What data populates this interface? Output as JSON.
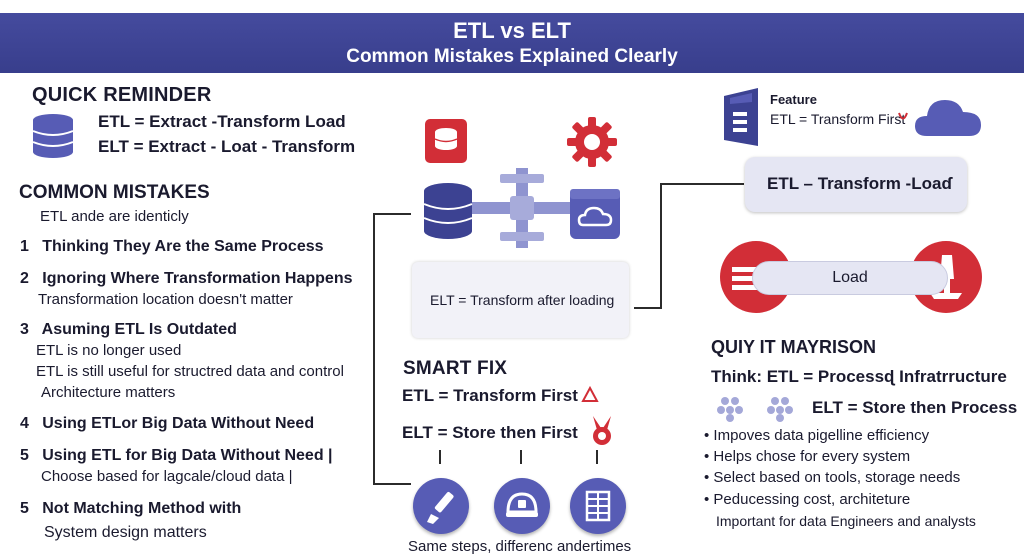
{
  "header": {
    "title": "ETL vs ELT",
    "subtitle": "Common Mistakes Explained Clearly"
  },
  "quick_reminder": {
    "heading": "QUICK REMINDER",
    "line1": "ETL = Extract -Transform Load",
    "line2": "ELT = Extract - Loat - Transform"
  },
  "common_mistakes": {
    "heading": "COMMON MISTAKES",
    "intro": "ETL ande are identicly",
    "items": [
      {
        "num": "1",
        "title": "Thinking They Are the Same Process"
      },
      {
        "num": "2",
        "title": "Ignoring Where Transformation Happens",
        "notes": [
          "Transformation location doesn't matter"
        ]
      },
      {
        "num": "3",
        "title": "Asuming ETL Is Outdated",
        "notes": [
          "ETL is no longer used",
          "ETL is still useful for structred data and control",
          "Architecture matters"
        ]
      },
      {
        "num": "4",
        "title": "Using ETLor Big Data Without Need"
      },
      {
        "num": "5",
        "title": "Using ETL for Big Data Without Need |",
        "notes": [
          "Choose based for lagcale/cloud data |"
        ]
      },
      {
        "num": "5",
        "title": "Not Matching Method with",
        "notes": [
          "System design matters"
        ]
      }
    ]
  },
  "center": {
    "mid_box": "ELT = Transform after loading",
    "smart_fix_heading": "SMART FIX",
    "fix1": "ETL = Transform First",
    "fix2": "ELT = Store then First",
    "caption": "Same steps, differenc andertimes"
  },
  "right": {
    "feature_label": "Feature",
    "feature_value": "ETL = Transform First",
    "transform_box": "ETL – Transform -Loaɗ",
    "load_label": "Load",
    "quick_heading": "QUIY IT MAYRISON",
    "think_line": "Think: ETL = Processɖ Infratrructure",
    "elt_line": "ELT = Store then Process",
    "bullets": [
      "Impoves data pigelline efficiency",
      "Helps chose for every system",
      "Select based on tools, storage needs",
      "Peducessing cost, architeture"
    ],
    "footnote": "Important for data Engineers and analysts"
  },
  "colors": {
    "navy": "#3c4292",
    "indigo": "#575cb5",
    "red": "#d22e37",
    "lavender": "#e5e6f3"
  }
}
